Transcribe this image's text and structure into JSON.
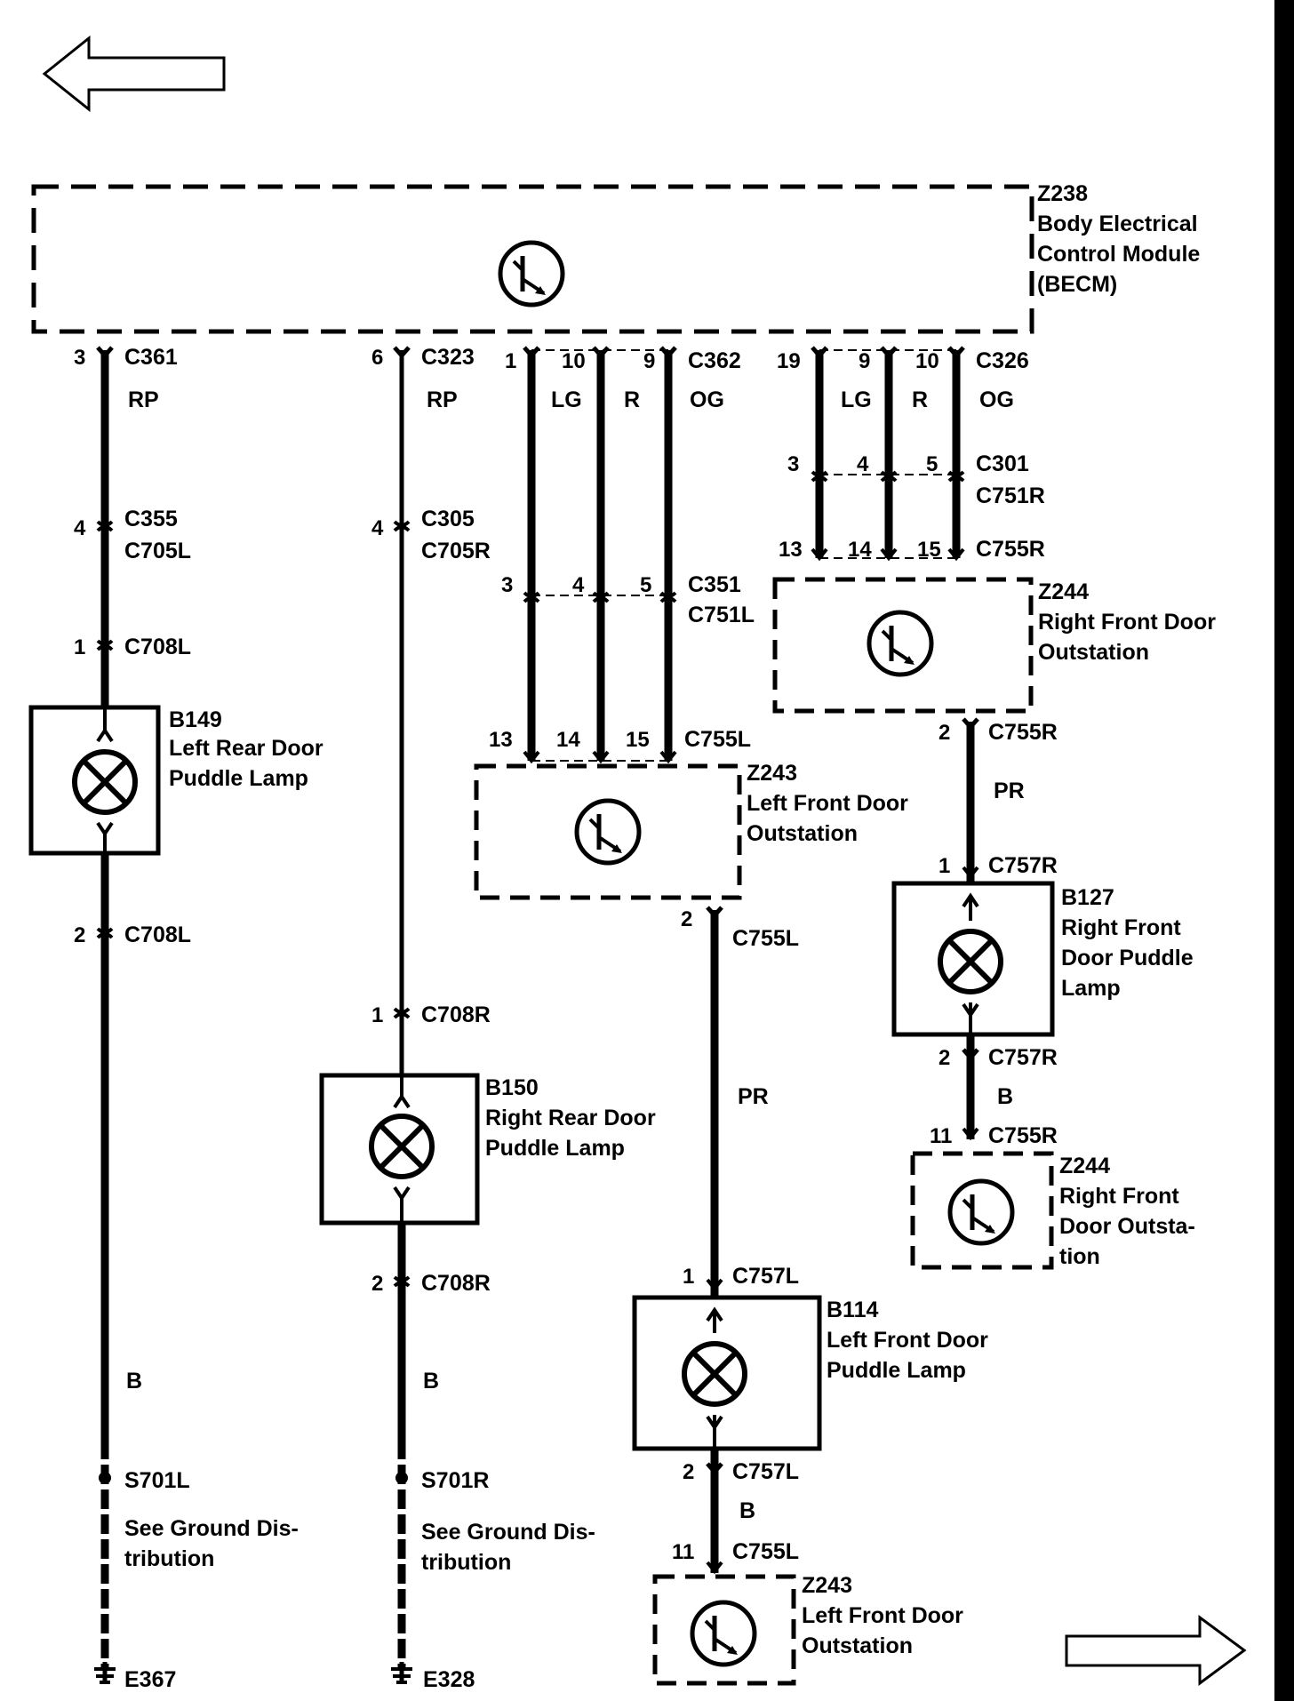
{
  "modules": {
    "z238": {
      "id": "Z238",
      "lines": [
        "Body Electrical",
        "Control Module",
        "(BECM)"
      ]
    },
    "z244_top": {
      "id": "Z244",
      "lines": [
        "Right Front Door",
        "Outstation"
      ]
    },
    "z243_top": {
      "id": "Z243",
      "lines": [
        "Left Front Door",
        "Outstation"
      ]
    },
    "z244_bottom": {
      "id": "Z244",
      "lines": [
        "Right Front",
        "Door Outsta-",
        "tion"
      ]
    },
    "z243_bottom": {
      "id": "Z243",
      "lines": [
        "Left Front Door",
        "Outstation"
      ]
    }
  },
  "lamps": {
    "b149": {
      "id": "B149",
      "lines": [
        "Left Rear Door",
        "Puddle Lamp"
      ]
    },
    "b150": {
      "id": "B150",
      "lines": [
        "Right Rear Door",
        "Puddle Lamp"
      ]
    },
    "b127": {
      "id": "B127",
      "lines": [
        "Right Front",
        "Door Puddle",
        "Lamp"
      ]
    },
    "b114": {
      "id": "B114",
      "lines": [
        "Left Front Door",
        "Puddle Lamp"
      ]
    }
  },
  "wire1": {
    "pin_top": "3",
    "conn_top": "C361",
    "color": "RP",
    "pin_c355": "4",
    "conn_c355": "C355",
    "conn_c705l": "C705L",
    "pin_c708l_1": "1",
    "conn_c708l_1": "C708L",
    "pin_c708l_2": "2",
    "conn_c708l_2": "C708L",
    "color_b": "B",
    "splice": "S701L",
    "note": [
      "See Ground Dis-",
      "tribution"
    ],
    "ground": "E367"
  },
  "wire2": {
    "pin_top": "6",
    "conn_top": "C323",
    "color": "RP",
    "pin_c305": "4",
    "conn_c305": "C305",
    "conn_c705r": "C705R",
    "pin_c708r_1": "1",
    "conn_c708r_1": "C708R",
    "pin_c708r_2": "2",
    "conn_c708r_2": "C708R",
    "color_b": "B",
    "splice": "S701R",
    "note": [
      "See Ground Dis-",
      "tribution"
    ],
    "ground": "E328"
  },
  "bus_left": {
    "pins_top": [
      "1",
      "10",
      "9"
    ],
    "conn_top": "C362",
    "colors": [
      "LG",
      "R",
      "OG"
    ],
    "pins_mid": [
      "3",
      "4",
      "5"
    ],
    "conn_mid": "C351",
    "conn_mid2": "C751L",
    "pins_bot": [
      "13",
      "14",
      "15"
    ],
    "conn_bot": "C755L"
  },
  "bus_right": {
    "pins_top": [
      "19",
      "9",
      "10"
    ],
    "conn_top": "C326",
    "colors": [
      "LG",
      "R",
      "OG"
    ],
    "pins_mid": [
      "3",
      "4",
      "5"
    ],
    "conn_mid": "C301",
    "conn_mid2": "C751R",
    "pins_bot": [
      "13",
      "14",
      "15"
    ],
    "conn_bot": "C755R"
  },
  "wire_lf": {
    "pin_top": "2",
    "conn_top": "C755L",
    "color": "PR",
    "pin_lamp_top": "1",
    "conn_lamp_top": "C757L",
    "pin_lamp_bot": "2",
    "conn_lamp_bot": "C757L",
    "color_b": "B",
    "pin_bot": "11",
    "conn_bot": "C755L"
  },
  "wire_rf": {
    "pin_top": "2",
    "conn_top": "C755R",
    "color": "PR",
    "pin_lamp_top": "1",
    "conn_lamp_top": "C757R",
    "pin_lamp_bot": "2",
    "conn_lamp_bot": "C757R",
    "color_b": "B",
    "pin_bot": "11",
    "conn_bot": "C755R"
  },
  "nav": {
    "prev": "previous-page-arrow",
    "next": "next-page-arrow"
  }
}
